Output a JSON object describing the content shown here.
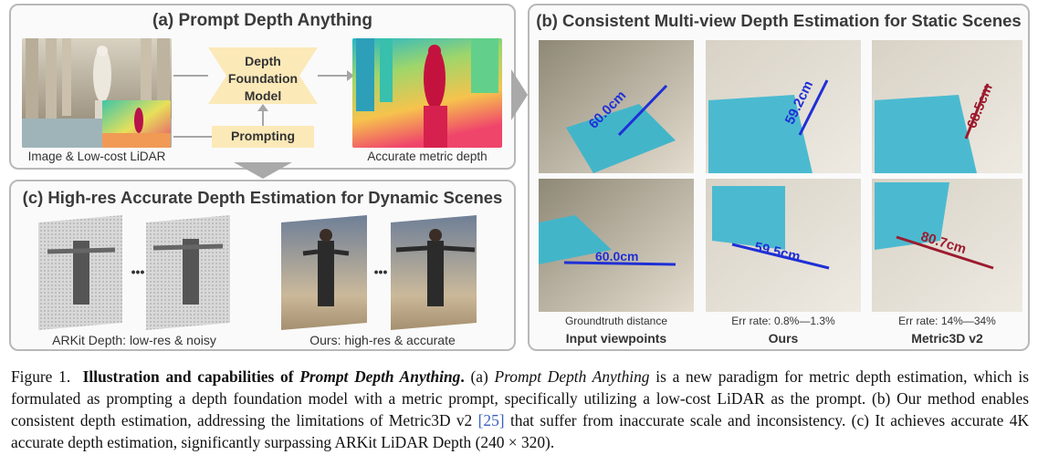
{
  "panel_a": {
    "title": "(a) Prompt Depth Anything",
    "model_label": "Depth\nFoundation\nModel",
    "prompting_label": "Prompting",
    "input_label": "Image & Low-cost LiDAR",
    "output_label": "Accurate metric depth"
  },
  "panel_c": {
    "title": "(c) High-res Accurate Depth Estimation for Dynamic Scenes",
    "ellipsis": "•••",
    "left_label": "ARKit Depth: low-res & noisy",
    "right_label": "Ours: high-res & accurate"
  },
  "panel_b": {
    "title": "(b) Consistent Multi-view Depth Estimation for Static Scenes",
    "measurements": {
      "m1": "60.0cm",
      "m2": "59.2cm",
      "m3": "68.5cm",
      "m4": "60.0cm",
      "m5": "59.5cm",
      "m6": "80.7cm"
    },
    "col_notes": [
      "Groundtruth distance",
      "Err rate: 0.8%—1.3%",
      "Err rate: 14%—34%"
    ],
    "col_labels": [
      "Input viewpoints",
      "Ours",
      "Metric3D v2"
    ]
  },
  "caption": {
    "prefix": "Figure 1.",
    "bold_start": "Illustration and capabilities of ",
    "bold_italic": "Prompt Depth Anything",
    "bold_end": ".",
    "t1": " (a) ",
    "it1": "Prompt Depth Anything",
    "t2": " is a new paradigm for metric depth estimation, which is formulated as prompting a depth foundation model with a metric prompt, specifically utilizing a low-cost LiDAR as the prompt. (b) Our method enables consistent depth estimation, addressing the limitations of Metric3D v2 ",
    "ref": "[25]",
    "t3": " that suffer from inaccurate scale and inconsistency. (c) It achieves accurate 4K accurate depth estimation, significantly surpassing ARKit LiDAR Depth (240 × 320)."
  },
  "colors": {
    "blue_measure": "#1f2fd6",
    "red_measure": "#9c1b2e",
    "panel_border": "#b8b8b8",
    "model_fill": "#fbe9b8"
  }
}
